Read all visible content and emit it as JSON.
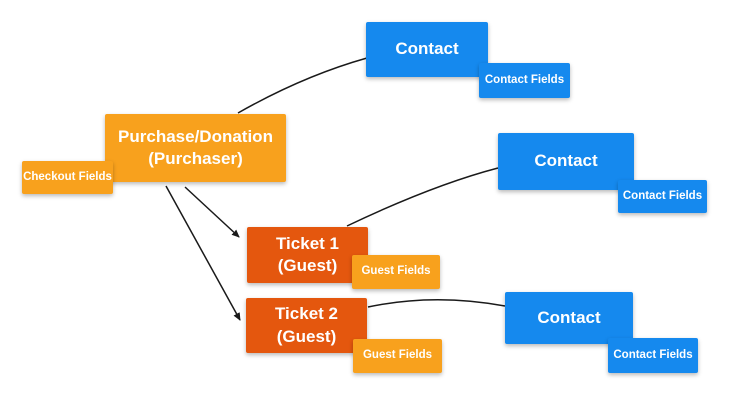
{
  "colors": {
    "background": "#ffffff",
    "orange": "#F8A11D",
    "dark_orange": "#E4570E",
    "blue": "#1589EE",
    "line": "#1a1a1a",
    "node_text": "#ffffff"
  },
  "nodes": {
    "purchase": {
      "line1": "Purchase/Donation",
      "line2": "(Purchaser)"
    },
    "checkout_fields": {
      "label": "Checkout Fields"
    },
    "contact_top": {
      "label": "Contact"
    },
    "contact_top_fields": {
      "label": "Contact Fields"
    },
    "contact_mid": {
      "label": "Contact"
    },
    "contact_mid_fields": {
      "label": "Contact Fields"
    },
    "ticket1": {
      "line1": "Ticket 1",
      "line2": "(Guest)"
    },
    "guest1_fields": {
      "label": "Guest Fields"
    },
    "ticket2": {
      "line1": "Ticket 2",
      "line2": "(Guest)"
    },
    "guest2_fields": {
      "label": "Guest Fields"
    },
    "contact_bottom": {
      "label": "Contact"
    },
    "contact_bottom_fields": {
      "label": "Contact Fields"
    }
  },
  "connectors": [
    {
      "from": "purchase",
      "to": "contact_top",
      "arrow": false
    },
    {
      "from": "purchase",
      "to": "ticket1",
      "arrow": true
    },
    {
      "from": "purchase",
      "to": "ticket2",
      "arrow": true
    },
    {
      "from": "ticket1",
      "to": "contact_mid",
      "arrow": false
    },
    {
      "from": "ticket2",
      "to": "contact_bottom",
      "arrow": false
    }
  ]
}
